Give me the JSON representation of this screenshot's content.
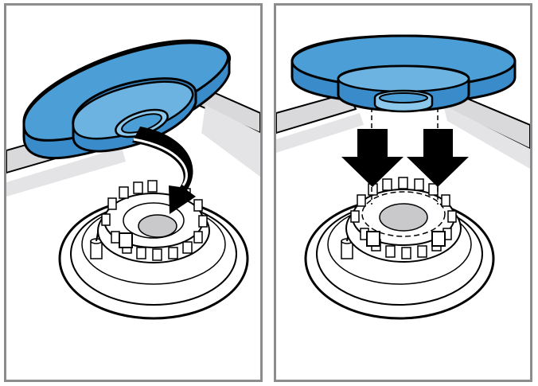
{
  "figure": {
    "panels": [
      {
        "step": "place-burner-cap",
        "motion": "curved-arrow"
      },
      {
        "step": "align-burner-cap",
        "motion": "two-down-arrows"
      }
    ]
  },
  "colors": {
    "cap_blue": "#4c9fd6",
    "cap_blue_light": "#8cc7ec",
    "cap_blue_dark": "#2f7fbf",
    "grate_gray": "#d9d9db",
    "base_gray": "#e6e6e8",
    "arrow": "#000000",
    "frame": "#8c8c8c"
  }
}
